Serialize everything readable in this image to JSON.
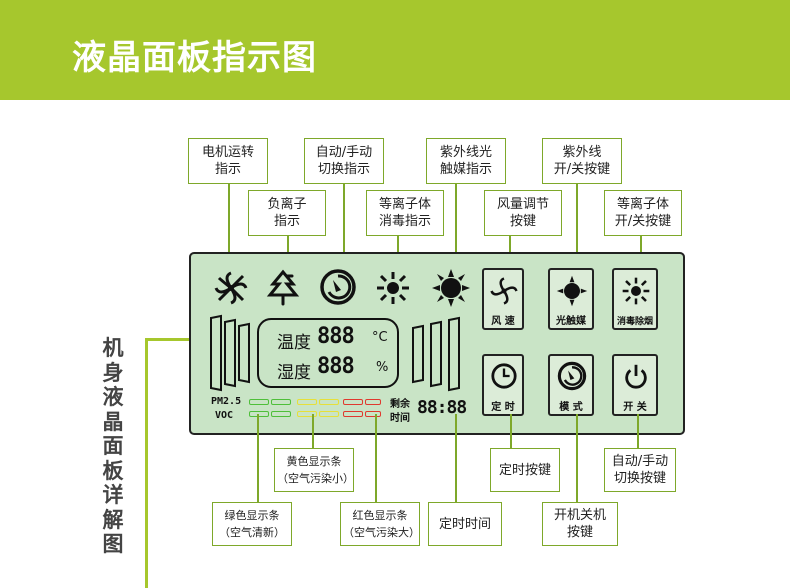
{
  "header": {
    "title": "液晶面板指示图"
  },
  "side_title": "机身液晶面板详解图",
  "labels": {
    "motor": "电机运转\n指示",
    "auto_manual_indicator": "自动/手动\n切换指示",
    "uv_catalyst_indicator": "紫外线光\n触媒指示",
    "uv_switch": "紫外线\n开/关按键",
    "negative_ion": "负离子\n指示",
    "plasma_indicator": "等离子体\n消毒指示",
    "fan_speed": "风量调节\n按键",
    "plasma_switch": "等离子体\n开/关按键",
    "yellow_bar": "黄色显示条\n（空气污染小）",
    "timer_key": "定时按键",
    "auto_manual_key": "自动/手动\n切换按键",
    "green_bar": "绿色显示条\n（空气清新）",
    "red_bar": "红色显示条\n（空气污染大）",
    "timer_time": "定时时间",
    "power_key": "开机关机\n按键"
  },
  "panel": {
    "temp_label": "温度",
    "temp_value": "888",
    "temp_unit": "°C",
    "humidity_label": "湿度",
    "humidity_value": "888",
    "humidity_unit": "%",
    "pm25": "PM2.5",
    "voc": "VOC",
    "remaining_1": "剩余",
    "remaining_2": "时间",
    "timer_digits": "88:88",
    "btn_fan": "风 速",
    "btn_photo": "光触媒",
    "btn_plasma": "消毒除烟",
    "btn_timer": "定 时",
    "btn_mode": "模 式",
    "btn_power": "开 关"
  },
  "colors": {
    "accent": "#a6c72d",
    "panel_bg": "#c9e4c6",
    "green_bar": "#4fbf3a",
    "yellow_bar": "#e6e03a",
    "red_bar": "#e0392e"
  }
}
